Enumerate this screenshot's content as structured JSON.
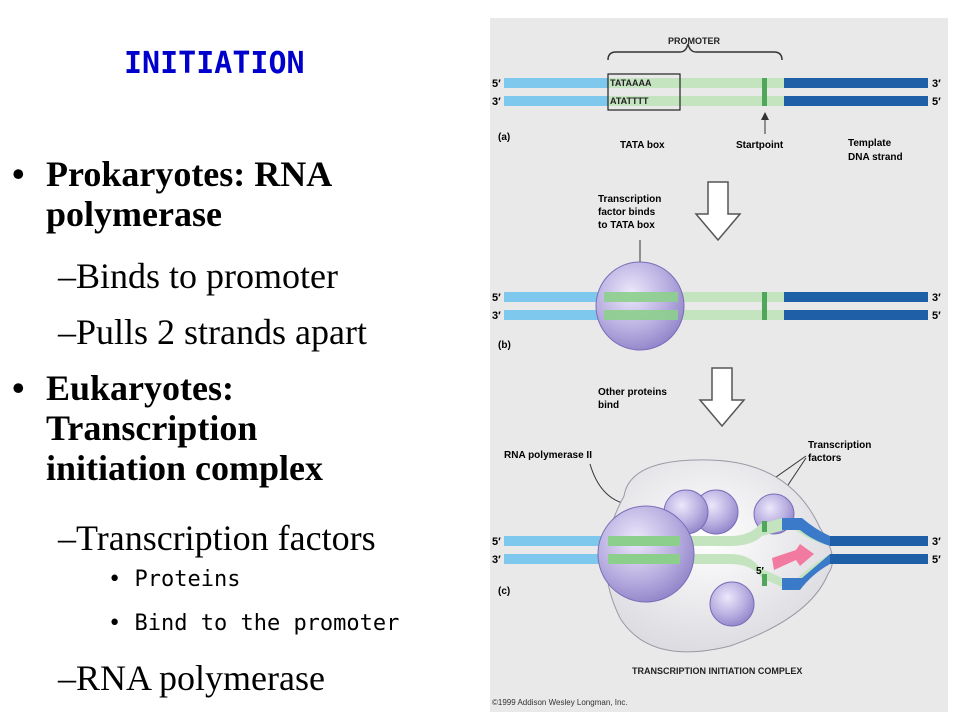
{
  "slide": {
    "title": "INITIATION",
    "bullets": [
      {
        "line1": "Prokaryotes: RNA",
        "line2": "polymerase"
      },
      {
        "line1": "Eukaryotes:",
        "line2": "Transcription",
        "line3": "initiation complex"
      }
    ],
    "sub": {
      "binds": "Binds to promoter",
      "pulls": "Pulls 2 strands apart",
      "tf": "Transcription factors",
      "rnap": "RNA polymerase"
    },
    "subsub": {
      "proteins": "Proteins",
      "bind": "Bind to the promoter"
    },
    "bullet_char": "•",
    "dash_char": "–",
    "small_bullet_char": "•"
  },
  "figure": {
    "promoter": "PROMOTER",
    "tata_top": "TATAAAA",
    "tata_bottom": "ATATTTT",
    "five_prime": "5′",
    "three_prime": "3′",
    "panel_a": "(a)",
    "panel_b": "(b)",
    "panel_c": "(c)",
    "tata_box": "TATA box",
    "startpoint": "Startpoint",
    "template_line1": "Template",
    "template_line2": "DNA strand",
    "tf_binds_1": "Transcription",
    "tf_binds_2": "factor binds",
    "tf_binds_3": "to TATA box",
    "other_1": "Other proteins",
    "other_2": "bind",
    "rna_pol": "RNA polymerase II",
    "tfs_1": "Transcription",
    "tfs_2": "factors",
    "complex": "TRANSCRIPTION INITIATION COMPLEX",
    "copyright": "©1999 Addison Wesley Longman, Inc.",
    "colors": {
      "light_blue": "#7ec8ee",
      "dark_blue": "#1f5fa8",
      "light_green": "#c4e3bf",
      "green": "#8ccf8c",
      "purple": "#b8aee0",
      "pink": "#f27aa0"
    }
  }
}
